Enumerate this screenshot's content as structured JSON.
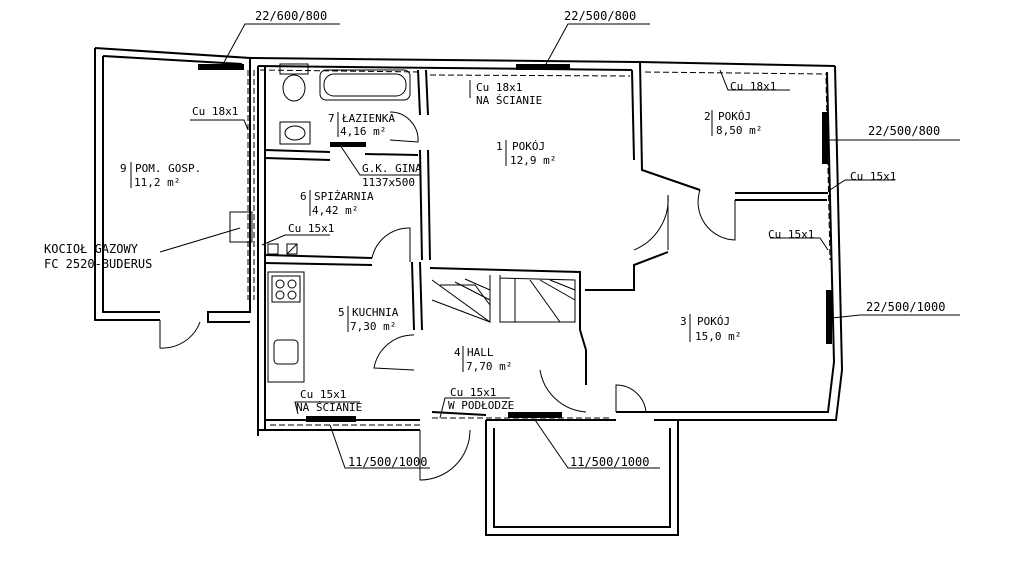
{
  "rooms": [
    {
      "num": "1",
      "name": "POKÓJ",
      "area": "12,9 m²"
    },
    {
      "num": "2",
      "name": "POKÓJ",
      "area": "8,50 m²"
    },
    {
      "num": "3",
      "name": "POKÓJ",
      "area": "15,0 m²"
    },
    {
      "num": "4",
      "name": "HALL",
      "area": "7,70 m²"
    },
    {
      "num": "5",
      "name": "KUCHNIA",
      "area": "7,30 m²"
    },
    {
      "num": "6",
      "name": "SPIŻARNIA",
      "area": "4,42 m²"
    },
    {
      "num": "7",
      "name": "ŁAZIENKA",
      "area": "4,16 m²"
    },
    {
      "num": "9",
      "name": "POM. GOSP.",
      "area": "11,2 m²"
    }
  ],
  "radiators": {
    "top_left": "22/600/800",
    "top_center": "22/500/800",
    "right_upper": "22/500/800",
    "right_lower": "22/500/1000",
    "bottom_left": "11/500/1000",
    "bottom_center": "11/500/1000"
  },
  "gk": {
    "name": "G.K. GINA",
    "size": "1137x500"
  },
  "pipes": {
    "cu18_left": "Cu 18x1",
    "cu18_top": "Cu 18x1",
    "cu18_top_note": "NA ŚCIANIE",
    "cu18_right": "Cu 18x1",
    "cu15_right_a": "Cu 15x1",
    "cu15_right_b": "Cu 15x1",
    "cu15_boiler": "Cu 15x1",
    "cu15_bottom_left": "Cu 15x1",
    "cu15_bottom_left_note": "NA ŚCIANIE",
    "cu15_bottom_center": "Cu 15x1",
    "cu15_bottom_center_note": "W PODŁODZE"
  },
  "boiler": {
    "line1": "KOCIOŁ GAZOWY",
    "line2": "FC 2520-BUDERUS"
  }
}
